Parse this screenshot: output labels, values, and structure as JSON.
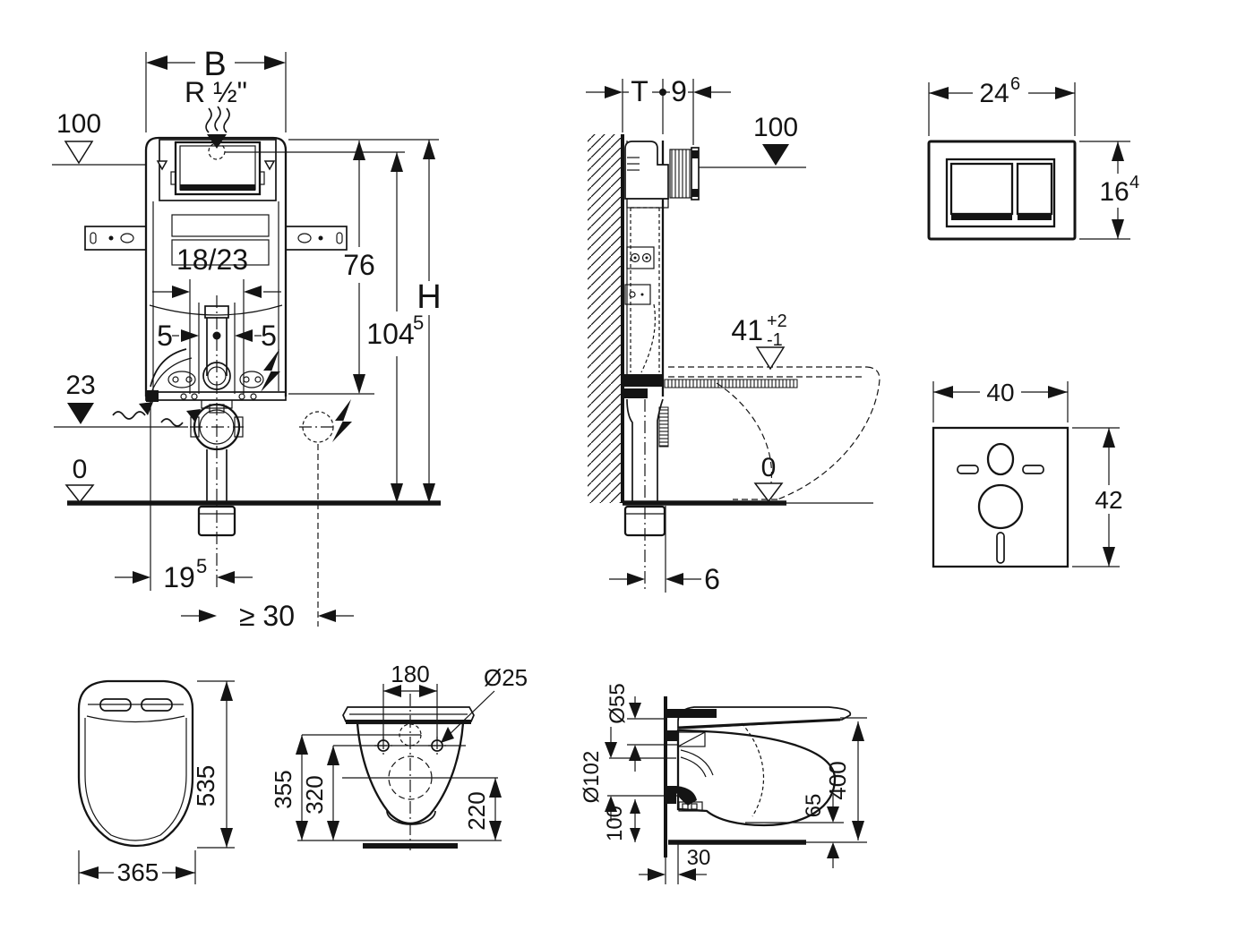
{
  "colors": {
    "background": "#ffffff",
    "ink": "#141414"
  },
  "views": {
    "frame_front": {
      "width_label": "B",
      "supply_label": "R ½\"",
      "level_supply": "100",
      "height_frame": "76",
      "height_supply": "104",
      "height_supply_sup": "5",
      "height_total": "H",
      "bolt_spacing": "18/23",
      "offset_left": "5",
      "offset_right": "5",
      "level_outlet": "23",
      "level_floor": "0",
      "outlet_offset": "19",
      "outlet_offset_sup": "5",
      "clearance_min": "≥ 30"
    },
    "frame_side": {
      "depth_label": "T",
      "protrusion": "9",
      "level_supply": "100",
      "rim_height": "41",
      "rim_tol_plus": "+2",
      "rim_tol_minus": "-1",
      "level_floor": "0",
      "outlet_offset": "6"
    },
    "flush_plate": {
      "width": "24",
      "width_sup": "6",
      "height": "16",
      "height_sup": "4"
    },
    "sound_pad": {
      "width": "40",
      "height": "42"
    },
    "seat_top": {
      "depth": "535",
      "width": "365"
    },
    "bowl_rear": {
      "hole_spacing": "180",
      "hole_diameter": "Ø25",
      "height_355": "355",
      "height_320": "320",
      "height_220": "220"
    },
    "bowl_side": {
      "dia_55": "Ø55",
      "dia_102": "Ø102",
      "height_100": "100",
      "wall_offset": "30",
      "height_65": "65",
      "height_400": "400"
    }
  }
}
